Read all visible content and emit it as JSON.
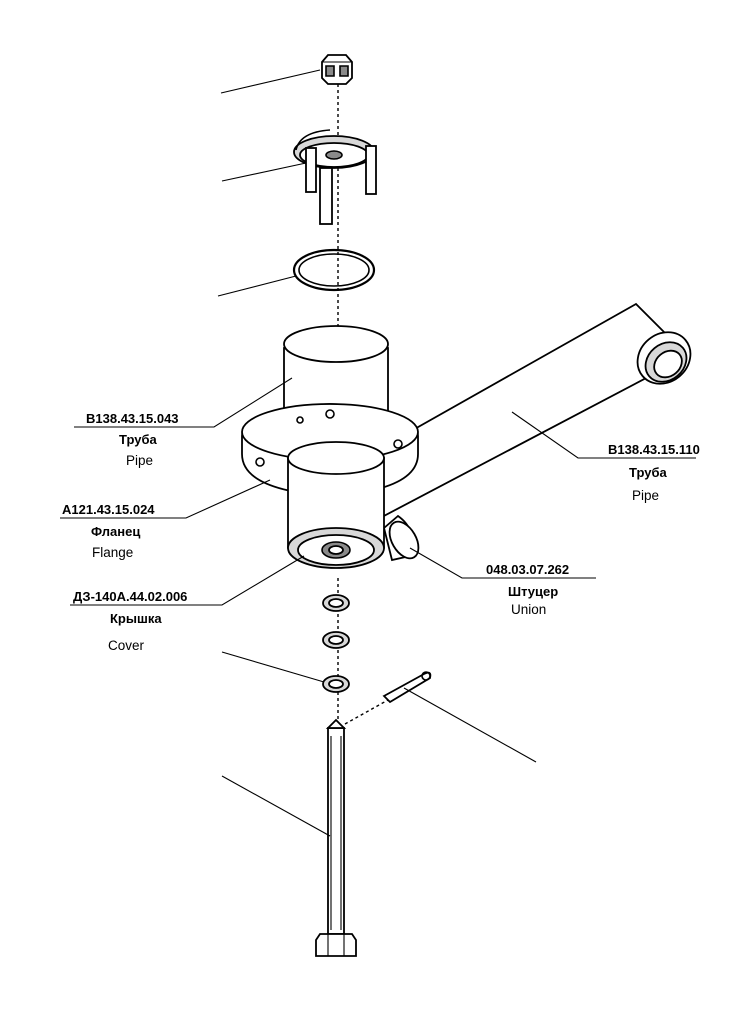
{
  "callouts": {
    "pipe_short": {
      "code": "В138.43.15.043",
      "name_ru": "Труба",
      "name_en": "Pipe"
    },
    "flange": {
      "code": "А121.43.15.024",
      "name_ru": "Фланец",
      "name_en": "Flange"
    },
    "cover": {
      "code": "ДЗ-140А.44.02.006",
      "name_ru": "Крышка",
      "name_en": "Cover"
    },
    "pipe_long": {
      "code": "В138.43.15.110",
      "name_ru": "Труба",
      "name_en": "Pipe"
    },
    "union": {
      "code": "048.03.07.262",
      "name_ru": "Штуцер",
      "name_en": "Union"
    }
  }
}
